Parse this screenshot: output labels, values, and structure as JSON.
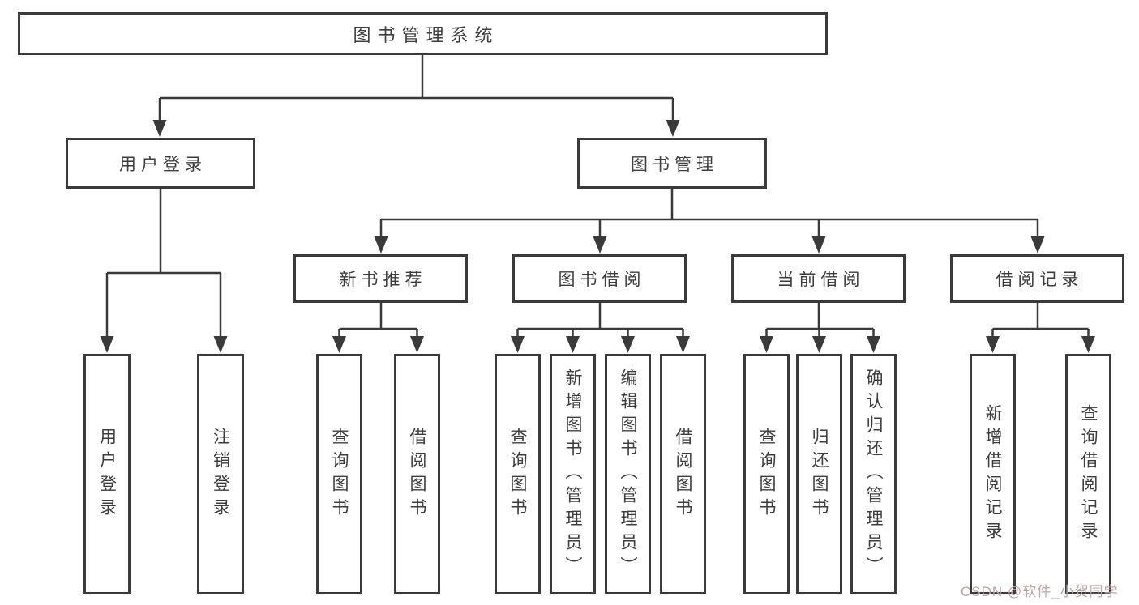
{
  "tree": {
    "root": {
      "label": "图书管理系统"
    },
    "branches": [
      {
        "label": "用户登录",
        "children": [
          {
            "label": "用户登录"
          },
          {
            "label": "注销登录"
          }
        ]
      },
      {
        "label": "图书管理",
        "children": [
          {
            "label": "新书推荐",
            "children": [
              {
                "label": "查询图书"
              },
              {
                "label": "借阅图书"
              }
            ]
          },
          {
            "label": "图书借阅",
            "children": [
              {
                "label": "查询图书"
              },
              {
                "label": "新增图书（管理员）"
              },
              {
                "label": "编辑图书（管理员）"
              },
              {
                "label": "借阅图书"
              }
            ]
          },
          {
            "label": "当前借阅",
            "children": [
              {
                "label": "查询图书"
              },
              {
                "label": "归还图书"
              },
              {
                "label": "确认归还（管理员）"
              }
            ]
          },
          {
            "label": "借阅记录",
            "children": [
              {
                "label": "新增借阅记录"
              },
              {
                "label": "查询借阅记录"
              }
            ]
          }
        ]
      }
    ]
  },
  "watermark": {
    "text": "CSDN @软件_小贺同学",
    "color": "#bda4a4"
  },
  "colors": {
    "background": "#ffffff",
    "line": "#3a3a3a",
    "text": "#3c3c3c"
  }
}
